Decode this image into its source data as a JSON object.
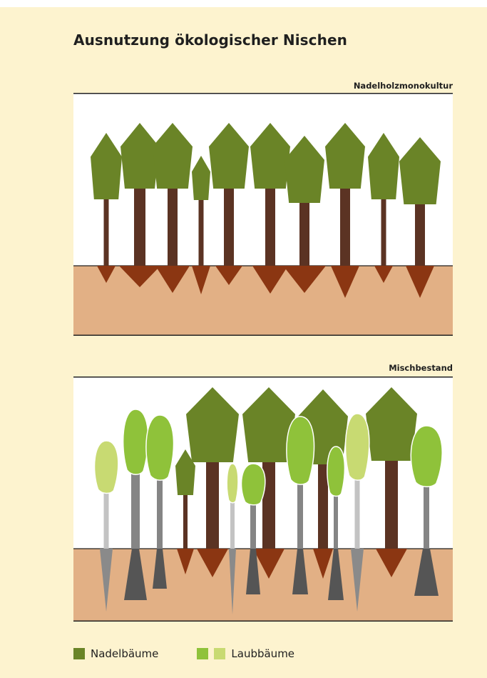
{
  "title": "Ausnutzung ökologischer Nischen",
  "panels": {
    "monoculture": {
      "label": "Nadelholzmonokultur"
    },
    "mixed": {
      "label": "Mischbestand"
    }
  },
  "legend": {
    "conifer": {
      "label": "Nadelbäume",
      "color": "#6a8427"
    },
    "deciduous": {
      "label": "Laubbäume",
      "colors": [
        "#8fc23a",
        "#c8da72"
      ]
    }
  },
  "colors": {
    "background": "#fdf3cf",
    "sky": "#ffffff",
    "soil": "#e2b085",
    "conifer_crown": "#6a8427",
    "conifer_trunk": "#5b3323",
    "conifer_root": "#8b3612",
    "deciduous_dark": "#8fc23a",
    "deciduous_light": "#c8da72",
    "deciduous_trunk_dark": "#858585",
    "deciduous_trunk_light": "#c3c3c3",
    "deciduous_root": "#555555"
  }
}
